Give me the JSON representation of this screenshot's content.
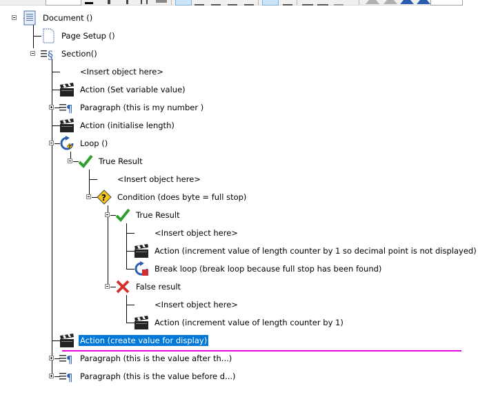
{
  "tree": {
    "nodes": [
      {
        "id": "document",
        "label": "Document ()",
        "icon": "document-icon"
      },
      {
        "id": "page-setup",
        "label": "Page Setup ()",
        "icon": "page-icon"
      },
      {
        "id": "section",
        "label": "Section()",
        "icon": "section-icon"
      },
      {
        "id": "insert-1",
        "label": "<Insert object here>",
        "icon": ""
      },
      {
        "id": "action-set-var",
        "label": "Action (Set variable value)",
        "icon": "clapperboard-icon"
      },
      {
        "id": "para-number",
        "label": "Paragraph (this is my number )",
        "icon": "paragraph-icon"
      },
      {
        "id": "action-init-len",
        "label": "Action (initialise length)",
        "icon": "clapperboard-icon"
      },
      {
        "id": "loop",
        "label": "Loop ()",
        "icon": "loop-icon"
      },
      {
        "id": "true-result-1",
        "label": "True Result",
        "icon": "checkmark-icon"
      },
      {
        "id": "insert-2",
        "label": "<Insert object here>",
        "icon": ""
      },
      {
        "id": "condition",
        "label": "Condition (does byte = full stop)",
        "icon": "condition-icon"
      },
      {
        "id": "true-result-2",
        "label": "True Result",
        "icon": "checkmark-icon"
      },
      {
        "id": "insert-3",
        "label": "<Insert object here>",
        "icon": ""
      },
      {
        "id": "action-increment-1",
        "label": "Action (increment value of length counter by 1 so decimal point is not displayed)",
        "icon": "clapperboard-icon"
      },
      {
        "id": "break-loop",
        "label": "Break loop (break loop because full stop has been found)",
        "icon": "break-loop-icon"
      },
      {
        "id": "false-result",
        "label": "False result",
        "icon": "cross-icon"
      },
      {
        "id": "insert-4",
        "label": "<Insert object here>",
        "icon": ""
      },
      {
        "id": "action-increment-2",
        "label": "Action (increment value of  length counter by 1)",
        "icon": "clapperboard-icon"
      },
      {
        "id": "action-create-display",
        "label": "Action (create value for display)",
        "icon": "clapperboard-icon",
        "selected": true
      },
      {
        "id": "para-after",
        "label": "Paragraph (this is the value after th...)",
        "icon": "paragraph-icon"
      },
      {
        "id": "para-before",
        "label": "Paragraph (this is the value before d...)",
        "icon": "paragraph-icon"
      }
    ]
  },
  "colors": {
    "selection": "#0078d7",
    "drop_indicator": "#e400e4",
    "check": "#2e9e2e",
    "cross": "#d32f2f",
    "condition": "#f5c518"
  }
}
